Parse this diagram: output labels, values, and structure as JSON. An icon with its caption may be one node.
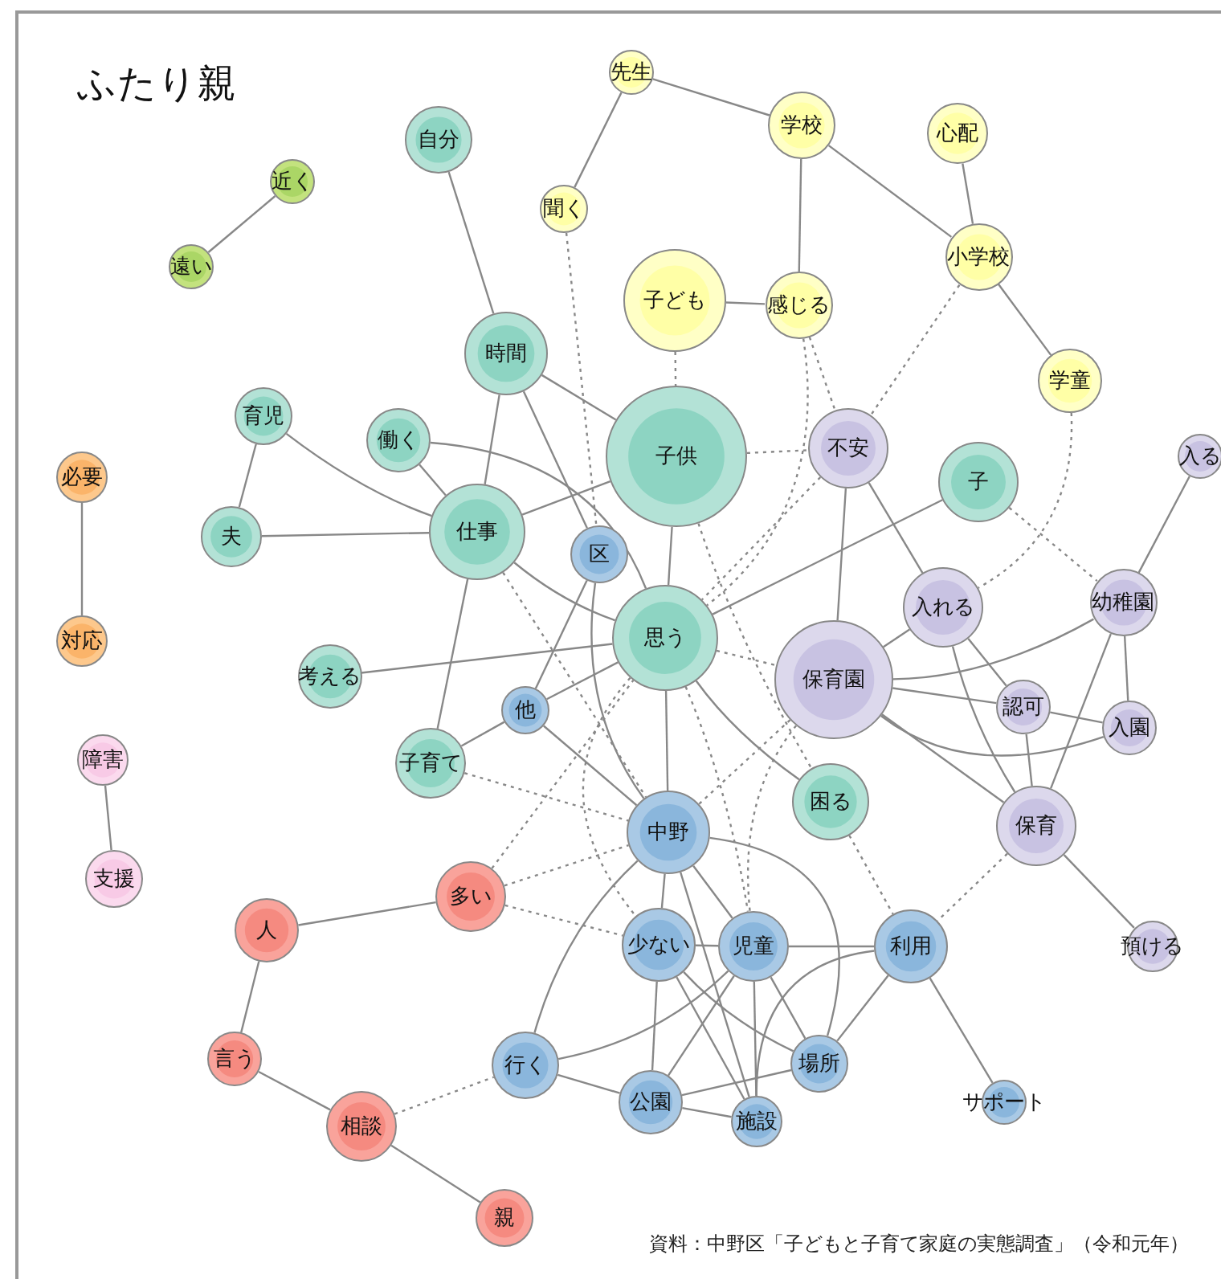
{
  "diagram": {
    "title": "ふたり親",
    "caption": "資料：中野区「子どもと子育て家庭の実態調査」（令和元年）",
    "nodes": [
      {
        "text": [
          "先生"
        ]
      },
      {
        "text": [
          "学校"
        ]
      },
      {
        "text": [
          "心配"
        ]
      },
      {
        "text": [
          "自分"
        ]
      },
      {
        "text": [
          "近く"
        ]
      },
      {
        "text": [
          "聞く"
        ]
      },
      {
        "text": [
          "小学校"
        ]
      },
      {
        "text": [
          "遠い"
        ]
      },
      {
        "text": [
          "子ども"
        ]
      },
      {
        "text": [
          "感じる"
        ]
      },
      {
        "text": [
          "時間"
        ]
      },
      {
        "text": [
          "学童"
        ]
      },
      {
        "text": [
          "育児"
        ]
      },
      {
        "text": [
          "働く"
        ]
      },
      {
        "text": [
          "子供"
        ]
      },
      {
        "text": [
          "不安"
        ]
      },
      {
        "text": [
          "入る"
        ]
      },
      {
        "text": [
          "必要"
        ]
      },
      {
        "text": [
          "子"
        ]
      },
      {
        "text": [
          "夫"
        ]
      },
      {
        "text": [
          "仕事"
        ]
      },
      {
        "text": [
          "区"
        ]
      },
      {
        "text": [
          "入れる"
        ]
      },
      {
        "text": [
          "幼稚園"
        ]
      },
      {
        "text": [
          "思う"
        ]
      },
      {
        "text": [
          "対応"
        ]
      },
      {
        "text": [
          "考える"
        ]
      },
      {
        "text": [
          "保育園"
        ]
      },
      {
        "text": [
          "認可"
        ]
      },
      {
        "text": [
          "他"
        ]
      },
      {
        "text": [
          "入園"
        ]
      },
      {
        "text": [
          "障害"
        ]
      },
      {
        "text": [
          "子育て"
        ]
      },
      {
        "text": [
          "中野"
        ]
      },
      {
        "text": [
          "困る"
        ]
      },
      {
        "text": [
          "保育"
        ]
      },
      {
        "text": [
          "支援"
        ]
      },
      {
        "text": [
          "多い"
        ]
      },
      {
        "text": [
          "人"
        ]
      },
      {
        "text": [
          "少ない"
        ]
      },
      {
        "text": [
          "児童"
        ]
      },
      {
        "text": [
          "利用"
        ]
      },
      {
        "text": [
          "預ける"
        ]
      },
      {
        "text": [
          "言う"
        ]
      },
      {
        "text": [
          "行く"
        ]
      },
      {
        "text": [
          "場所"
        ]
      },
      {
        "text": [
          "公園"
        ]
      },
      {
        "text": [
          "サポート"
        ]
      },
      {
        "text": [
          "相談"
        ]
      },
      {
        "text": [
          "施設"
        ]
      },
      {
        "text": [
          "親"
        ]
      }
    ],
    "edges": [
      {
        "from": 0,
        "to": 1,
        "arrow": "none"
      },
      {
        "from": 0,
        "to": 5,
        "arrow": "none"
      },
      {
        "from": 1,
        "to": 9,
        "arrow": "none"
      },
      {
        "from": 1,
        "to": 6,
        "arrow": "none"
      },
      {
        "from": 2,
        "to": 6,
        "arrow": "none"
      },
      {
        "from": 6,
        "to": 11,
        "arrow": "none"
      },
      {
        "from": 4,
        "to": 7,
        "arrow": "none"
      },
      {
        "from": 17,
        "to": 25,
        "arrow": "none"
      },
      {
        "from": 31,
        "to": 36,
        "arrow": "none"
      },
      {
        "from": 8,
        "to": 9,
        "arrow": "none"
      },
      {
        "from": 3,
        "to": 10,
        "arrow": "none"
      },
      {
        "from": 10,
        "to": 20,
        "arrow": "none"
      },
      {
        "from": 10,
        "to": 14,
        "arrow": "none"
      },
      {
        "from": 10,
        "to": 21,
        "arrow": "none"
      },
      {
        "from": 12,
        "to": 19,
        "arrow": "none"
      },
      {
        "from": 12,
        "to": 20,
        "arrow": "none"
      },
      {
        "from": 13,
        "to": 20,
        "arrow": "none"
      },
      {
        "from": 13,
        "to": 24,
        "arrow": "none"
      },
      {
        "from": 19,
        "to": 20,
        "arrow": "none"
      },
      {
        "from": 20,
        "to": 14,
        "arrow": "none"
      },
      {
        "from": 20,
        "to": 24,
        "arrow": "none"
      },
      {
        "from": 20,
        "to": 32,
        "arrow": "none"
      },
      {
        "from": 14,
        "to": 24,
        "arrow": "none"
      },
      {
        "from": 18,
        "to": 24,
        "arrow": "none"
      },
      {
        "from": 15,
        "to": 27,
        "arrow": "none"
      },
      {
        "from": 15,
        "to": 22,
        "arrow": "none"
      },
      {
        "from": 16,
        "to": 23,
        "arrow": "none"
      },
      {
        "from": 21,
        "to": 29,
        "arrow": "none"
      },
      {
        "from": 21,
        "to": 33,
        "arrow": "none"
      },
      {
        "from": 26,
        "to": 24,
        "arrow": "none"
      },
      {
        "from": 29,
        "to": 24,
        "arrow": "none"
      },
      {
        "from": 29,
        "to": 32,
        "arrow": "none"
      },
      {
        "from": 29,
        "to": 33,
        "arrow": "none"
      },
      {
        "from": 24,
        "to": 33,
        "arrow": "none"
      },
      {
        "from": 24,
        "to": 34,
        "arrow": "none"
      },
      {
        "from": 27,
        "to": 22,
        "arrow": "none"
      },
      {
        "from": 27,
        "to": 23,
        "arrow": "none"
      },
      {
        "from": 27,
        "to": 28,
        "arrow": "none"
      },
      {
        "from": 27,
        "to": 30,
        "arrow": "none"
      },
      {
        "from": 27,
        "to": 35,
        "arrow": "none"
      },
      {
        "from": 22,
        "to": 28,
        "arrow": "none"
      },
      {
        "from": 22,
        "to": 35,
        "arrow": "none"
      },
      {
        "from": 28,
        "to": 30,
        "arrow": "none"
      },
      {
        "from": 28,
        "to": 35,
        "arrow": "none"
      },
      {
        "from": 23,
        "to": 30,
        "arrow": "none"
      },
      {
        "from": 23,
        "to": 35,
        "arrow": "none"
      },
      {
        "from": 35,
        "to": 42,
        "arrow": "none"
      },
      {
        "from": 33,
        "to": 39,
        "arrow": "none"
      },
      {
        "from": 33,
        "to": 40,
        "arrow": "none"
      },
      {
        "from": 33,
        "to": 45,
        "arrow": "none"
      },
      {
        "from": 33,
        "to": 49,
        "arrow": "none"
      },
      {
        "from": 33,
        "to": 44,
        "arrow": "none"
      },
      {
        "from": 39,
        "to": 40,
        "arrow": "none"
      },
      {
        "from": 39,
        "to": 46,
        "arrow": "none"
      },
      {
        "from": 39,
        "to": 45,
        "arrow": "none"
      },
      {
        "from": 39,
        "to": 49,
        "arrow": "none"
      },
      {
        "from": 40,
        "to": 41,
        "arrow": "none"
      },
      {
        "from": 40,
        "to": 46,
        "arrow": "none"
      },
      {
        "from": 40,
        "to": 49,
        "arrow": "none"
      },
      {
        "from": 40,
        "to": 45,
        "arrow": "none"
      },
      {
        "from": 41,
        "to": 45,
        "arrow": "none"
      },
      {
        "from": 41,
        "to": 49,
        "arrow": "none"
      },
      {
        "from": 41,
        "to": 47,
        "arrow": "none"
      },
      {
        "from": 44,
        "to": 40,
        "arrow": "none"
      },
      {
        "from": 44,
        "to": 46,
        "arrow": "none"
      },
      {
        "from": 46,
        "to": 45,
        "arrow": "none"
      },
      {
        "from": 46,
        "to": 49,
        "arrow": "none"
      },
      {
        "from": 37,
        "to": 38,
        "arrow": "none"
      },
      {
        "from": 38,
        "to": 43,
        "arrow": "none"
      },
      {
        "from": 43,
        "to": 48,
        "arrow": "none"
      },
      {
        "from": 48,
        "to": 50,
        "arrow": "none"
      },
      {
        "from": 5,
        "to": 21,
        "arrow": "none",
        "style": "dashed"
      },
      {
        "from": 8,
        "to": 14,
        "arrow": "none",
        "style": "dashed"
      },
      {
        "from": 9,
        "to": 15,
        "arrow": "none",
        "style": "dashed"
      },
      {
        "from": 9,
        "to": 24,
        "arrow": "none",
        "style": "dashed"
      },
      {
        "from": 6,
        "to": 15,
        "arrow": "none",
        "style": "dashed"
      },
      {
        "from": 11,
        "to": 22,
        "arrow": "none",
        "style": "dashed"
      },
      {
        "from": 14,
        "to": 15,
        "arrow": "none",
        "style": "dashed"
      },
      {
        "from": 18,
        "to": 23,
        "arrow": "none",
        "style": "dashed"
      },
      {
        "from": 14,
        "to": 34,
        "arrow": "none",
        "style": "dashed"
      },
      {
        "from": 24,
        "to": 27,
        "arrow": "none",
        "style": "dashed"
      },
      {
        "from": 24,
        "to": 39,
        "arrow": "none",
        "style": "dashed"
      },
      {
        "from": 24,
        "to": 40,
        "arrow": "none",
        "style": "dashed"
      },
      {
        "from": 32,
        "to": 33,
        "arrow": "none",
        "style": "dashed"
      },
      {
        "from": 37,
        "to": 24,
        "arrow": "none",
        "style": "dashed"
      },
      {
        "from": 37,
        "to": 33,
        "arrow": "none",
        "style": "dashed"
      },
      {
        "from": 37,
        "to": 39,
        "arrow": "none",
        "style": "dashed"
      },
      {
        "from": 34,
        "to": 41,
        "arrow": "none",
        "style": "dashed"
      },
      {
        "from": 35,
        "to": 41,
        "arrow": "none",
        "style": "dashed"
      },
      {
        "from": 27,
        "to": 33,
        "arrow": "none",
        "style": "dashed"
      },
      {
        "from": 27,
        "to": 40,
        "arrow": "none",
        "style": "dashed"
      },
      {
        "from": 48,
        "to": 44,
        "arrow": "none",
        "style": "dashed"
      },
      {
        "from": 20,
        "to": 33,
        "arrow": "none",
        "style": "dashed"
      },
      {
        "from": 15,
        "to": 24,
        "arrow": "none",
        "style": "dashed"
      }
    ]
  }
}
